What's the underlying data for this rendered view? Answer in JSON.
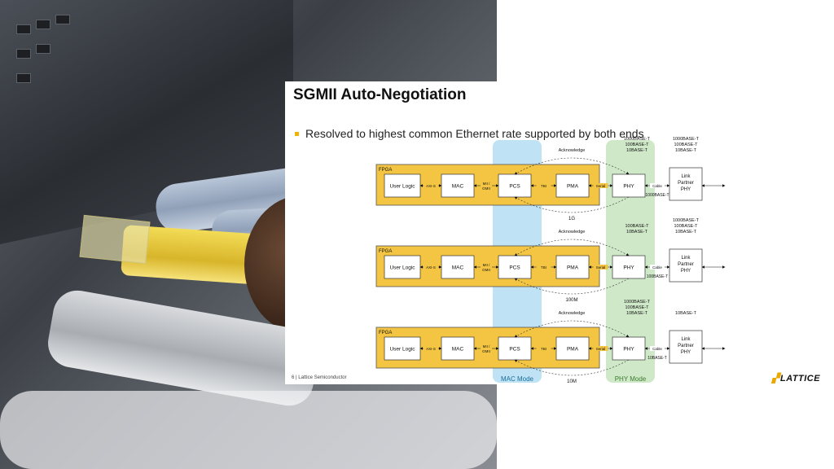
{
  "slide": {
    "title": "SGMII Auto-Negotiation",
    "bullet": "Resolved to highest common Ethernet rate supported by both ends",
    "footer": "6  |  Lattice Semiconductor",
    "logo": "LATTICE"
  },
  "colors": {
    "fpga_fill": "#f4c542",
    "mac_zone": "#bfe3f4",
    "phy_zone": "#cfe9c8",
    "bullet": "#f0b400"
  },
  "diagram": {
    "zones": {
      "mac": "MAC Mode",
      "phy": "PHY Mode"
    },
    "blocks": {
      "fpga": "FPGA",
      "user_logic": "User Logic",
      "mac": "MAC",
      "pcs": "PCS",
      "pma": "PMA",
      "phy": "PHY",
      "link_partner": [
        "Link",
        "Partner",
        "PHY"
      ]
    },
    "connectors": {
      "axi": "AXI-S",
      "mii": [
        "MII /",
        "GMII"
      ],
      "tbi": "TBI",
      "serial": "Serial",
      "cable": "Cable"
    },
    "acknowledge": "Acknowledge",
    "rows": [
      {
        "speed": "1G",
        "phy_caps": [
          "1000BASE-T",
          "100BASE-T",
          "10BASE-T"
        ],
        "partner_caps": [
          "1000BASE-T",
          "100BASE-T",
          "10BASE-T"
        ],
        "resolved": "1000BASE-T"
      },
      {
        "speed": "100M",
        "phy_caps": [
          "100BASE-T",
          "10BASE-T"
        ],
        "partner_caps": [
          "1000BASE-T",
          "100BASE-T",
          "10BASE-T"
        ],
        "resolved": "100BASE-T"
      },
      {
        "speed": "10M",
        "phy_caps": [
          "1000BASE-T",
          "100BASE-T",
          "10BASE-T"
        ],
        "partner_caps": [
          "10BASE-T"
        ],
        "resolved": "10BASE-T"
      }
    ]
  }
}
